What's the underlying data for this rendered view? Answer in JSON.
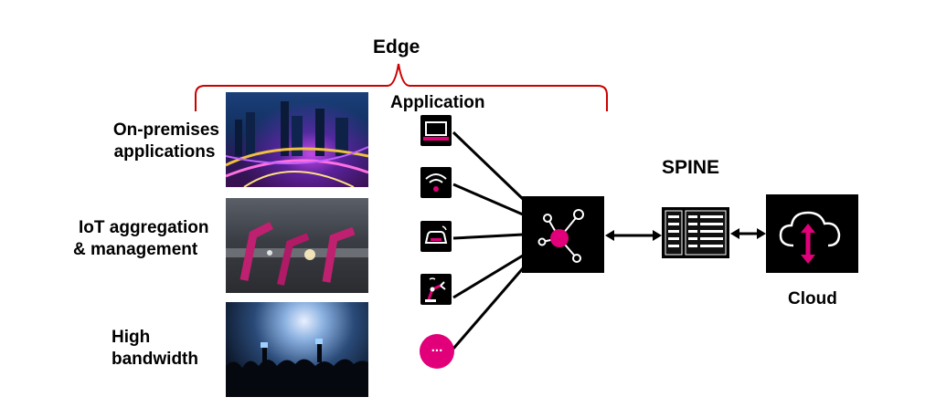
{
  "edge": {
    "title": "Edge"
  },
  "application": {
    "title": "Application",
    "more_label": "..."
  },
  "use_cases": [
    {
      "line1": "On-premises",
      "line2": "applications"
    },
    {
      "line1": "IoT aggregation",
      "line2": "& management"
    },
    {
      "line1": "High",
      "line2": "bandwidth"
    }
  ],
  "app_icons": [
    "laptop-icon",
    "wifi-icon",
    "car-icon",
    "robot-arm-icon",
    "more-icon"
  ],
  "spine": {
    "title": "SPINE"
  },
  "cloud": {
    "title": "Cloud"
  },
  "colors": {
    "accent": "#e2007a",
    "bracket": "#cc0000",
    "box": "#000000"
  }
}
